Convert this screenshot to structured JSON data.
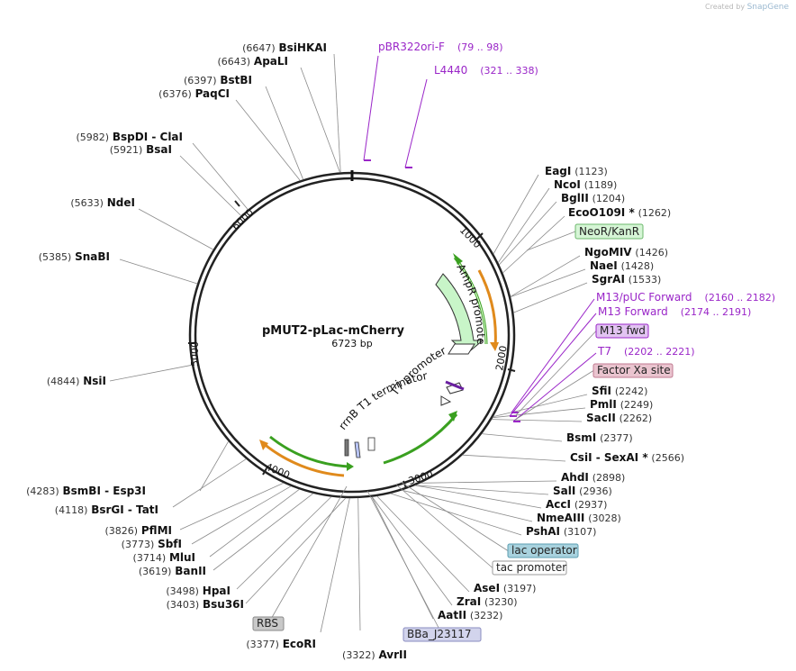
{
  "credit": {
    "prefix": "Created by",
    "brand": "SnapGene"
  },
  "plasmid": {
    "name": "pMUT2-pLac-mCherry",
    "size_label": "6723 bp",
    "length": 6723
  },
  "ticks": [
    "1000",
    "2000",
    "3000",
    "4000",
    "5000",
    "6000"
  ],
  "features": [
    {
      "label": "AmpR promoter",
      "start": 1050,
      "end": 1650,
      "color": "#c8f5c8"
    },
    {
      "label": "T7 promoter"
    },
    {
      "label": "rrnB T1 terminator"
    }
  ],
  "colors": {
    "primer": "#9a26c8",
    "backbone": "#222222",
    "arc_green": "#3aa020",
    "arc_orange": "#e08a1c",
    "leader": "#8a8a8a"
  },
  "primers": [
    {
      "name": "pBR322ori-F",
      "range": "(79 .. 98)"
    },
    {
      "name": "L4440",
      "range": "(321 .. 338)"
    },
    {
      "name": "M13/pUC Forward",
      "range": "(2160 .. 2182)"
    },
    {
      "name": "M13 Forward",
      "range": "(2174 .. 2191)"
    },
    {
      "name": "T7",
      "range": "(2202 .. 2221)"
    }
  ],
  "boxed_features": [
    {
      "label": "NeoR/KanR",
      "fill": "#d6f5d6",
      "stroke": "#6cb86c"
    },
    {
      "label": "M13 fwd",
      "fill": "#e2c4f2",
      "stroke": "#9a26c8"
    },
    {
      "label": "Factor Xa site",
      "fill": "#eac4cf",
      "stroke": "#c07a90"
    },
    {
      "label": "lac operator",
      "fill": "#a8d2de",
      "stroke": "#5b9eb2"
    },
    {
      "label": "tac promoter",
      "fill": "#ffffff",
      "stroke": "#9a9a9a"
    },
    {
      "label": "RBS",
      "fill": "#c8c8c8",
      "stroke": "#8a8a8a"
    },
    {
      "label": "BBa_J23117",
      "fill": "#d2d4ec",
      "stroke": "#8a8cc0"
    }
  ],
  "sites": [
    {
      "name": "BsiHKAI",
      "pos": "(6647)"
    },
    {
      "name": "ApaLI",
      "pos": "(6643)"
    },
    {
      "name": "BstBI",
      "pos": "(6397)"
    },
    {
      "name": "PaqCI",
      "pos": "(6376)"
    },
    {
      "name": "BspDI - ClaI",
      "pos": "(5982)"
    },
    {
      "name": "BsaI",
      "pos": "(5921)"
    },
    {
      "name": "NdeI",
      "pos": "(5633)"
    },
    {
      "name": "SnaBI",
      "pos": "(5385)"
    },
    {
      "name": "NsiI",
      "pos": "(4844)"
    },
    {
      "name": "BsmBI - Esp3I",
      "pos": "(4283)"
    },
    {
      "name": "BsrGI - TatI",
      "pos": "(4118)"
    },
    {
      "name": "PflMI",
      "pos": "(3826)"
    },
    {
      "name": "SbfI",
      "pos": "(3773)"
    },
    {
      "name": "MluI",
      "pos": "(3714)"
    },
    {
      "name": "BanII",
      "pos": "(3619)"
    },
    {
      "name": "HpaI",
      "pos": "(3498)"
    },
    {
      "name": "Bsu36I",
      "pos": "(3403)"
    },
    {
      "name": "EcoRI",
      "pos": "(3377)"
    },
    {
      "name": "AvrII",
      "pos": "(3322)"
    },
    {
      "name": "EagI",
      "pos": "(1123)"
    },
    {
      "name": "NcoI",
      "pos": "(1189)"
    },
    {
      "name": "BglII",
      "pos": "(1204)"
    },
    {
      "name": "EcoO109I *",
      "pos": "(1262)"
    },
    {
      "name": "NgoMIV",
      "pos": "(1426)"
    },
    {
      "name": "NaeI",
      "pos": "(1428)"
    },
    {
      "name": "SgrAI",
      "pos": "(1533)"
    },
    {
      "name": "SfiI",
      "pos": "(2242)"
    },
    {
      "name": "PmlI",
      "pos": "(2249)"
    },
    {
      "name": "SacII",
      "pos": "(2262)"
    },
    {
      "name": "BsmI",
      "pos": "(2377)"
    },
    {
      "name": "CsiI - SexAI *",
      "pos": "(2566)"
    },
    {
      "name": "AhdI",
      "pos": "(2898)"
    },
    {
      "name": "SalI",
      "pos": "(2936)"
    },
    {
      "name": "AccI",
      "pos": "(2937)"
    },
    {
      "name": "NmeAIII",
      "pos": "(3028)"
    },
    {
      "name": "PshAI",
      "pos": "(3107)"
    },
    {
      "name": "AseI",
      "pos": "(3197)"
    },
    {
      "name": "ZraI",
      "pos": "(3230)"
    },
    {
      "name": "AatII",
      "pos": "(3232)"
    }
  ]
}
